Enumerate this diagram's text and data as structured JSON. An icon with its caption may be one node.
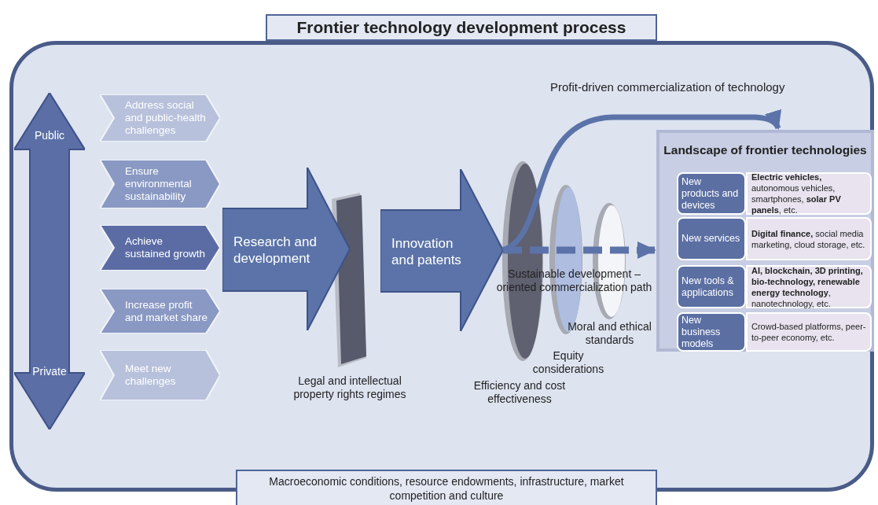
{
  "diagram": {
    "nodes": [
      {
        "text": [
          "Frontier technology development process"
        ]
      },
      {
        "text": [
          "Macroeconomic conditions, resource endowments, infrastructure, market competition and culture"
        ]
      },
      {
        "text": [
          "Public",
          "Private"
        ]
      },
      {
        "text": [
          "Address social and public-health challenges"
        ]
      },
      {
        "text": [
          "Ensure environmental sustainability"
        ]
      },
      {
        "text": [
          "Achieve sustained growth"
        ]
      },
      {
        "text": [
          "Increase profit and market share"
        ]
      },
      {
        "text": [
          "Meet new challenges"
        ]
      },
      {
        "text": [
          "Research and development"
        ]
      },
      {
        "text": [
          "Innovation and patents"
        ]
      },
      {
        "text": [
          "Landscape of frontier technologies"
        ]
      },
      {
        "text": [
          "New products and devices"
        ],
        "in": 10
      },
      {
        "text": [
          "**Electric vehicles,** autonomous vehicles, smartphones, **solar PV panels**, etc."
        ],
        "in": 10
      },
      {
        "text": [
          "New services"
        ],
        "in": 10
      },
      {
        "text": [
          "**Digital finance,** social media marketing, cloud storage, etc."
        ],
        "in": 10
      },
      {
        "text": [
          "New tools & applications"
        ],
        "in": 10
      },
      {
        "text": [
          "**AI, blockchain, 3D printing, bio-technology, renewable energy technology**, nanotechnology, etc."
        ],
        "in": 10
      },
      {
        "text": [
          "New business models"
        ],
        "in": 10
      },
      {
        "text": [
          "Crowd-based platforms, peer-to-peer economy, etc."
        ],
        "in": 10
      }
    ],
    "edges": [
      {
        "from": 9,
        "to": 10,
        "arrow": "to",
        "label": "Profit-driven commercialization of technology"
      },
      {
        "from": 9,
        "to": 10,
        "arrow": "to",
        "label": "Sustainable development – oriented commercialization path",
        "style": "dashed"
      }
    ],
    "labels": [
      "Moral and ethical standards",
      "Equity considerations",
      "Legal and intellectual property rights regimes",
      "Efficiency and cost effectiveness"
    ]
  }
}
